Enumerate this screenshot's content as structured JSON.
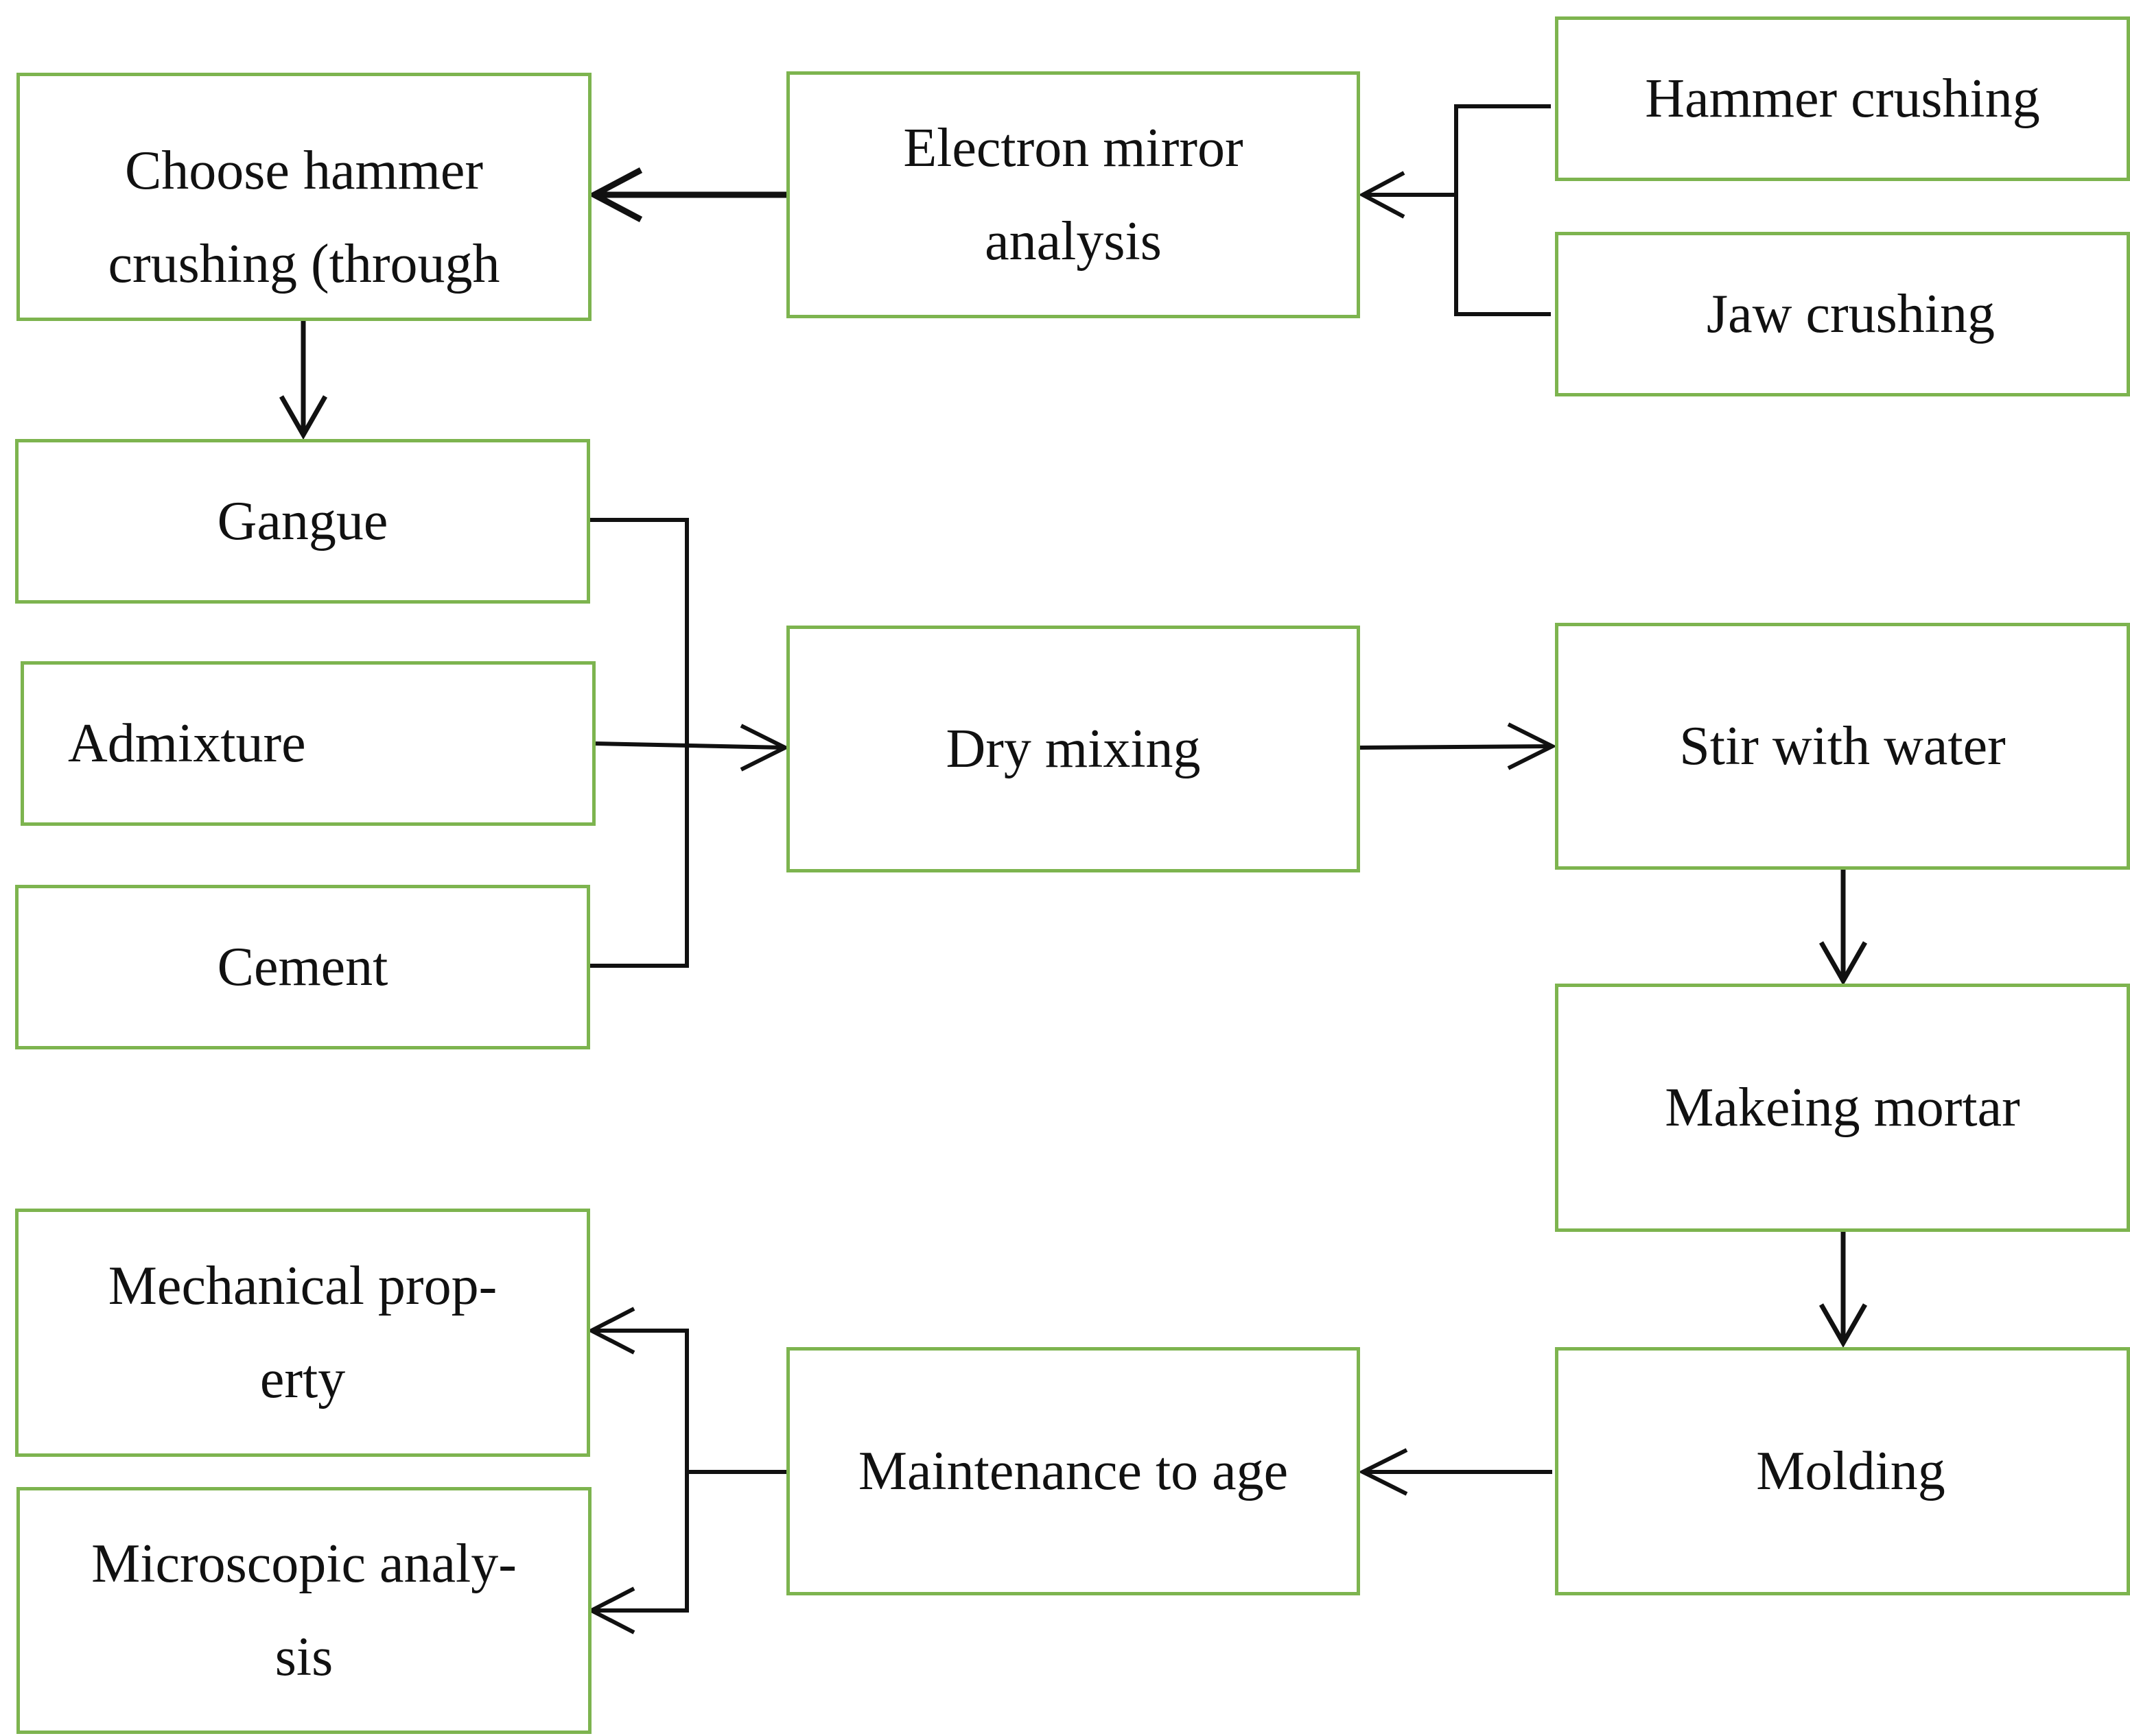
{
  "diagram": {
    "colors": {
      "box_border": "#7DB44F",
      "connector": "#111111",
      "text": "#111111"
    },
    "boxes": {
      "choose_hammer": {
        "label": "Choose hammer\ncrushing (through"
      },
      "electron_mirror": {
        "label": "Electron mirror\nanalysis"
      },
      "hammer_crushing": {
        "label": "Hammer crushing"
      },
      "jaw_crushing": {
        "label": "Jaw crushing"
      },
      "gangue": {
        "label": "Gangue"
      },
      "admixture": {
        "label": "Admixture"
      },
      "cement": {
        "label": "Cement"
      },
      "dry_mixing": {
        "label": "Dry mixing"
      },
      "stir_water": {
        "label": "Stir with water"
      },
      "making_mortar": {
        "label": "Makeing mortar"
      },
      "molding": {
        "label": "Molding"
      },
      "maintenance": {
        "label": "Maintenance to age"
      },
      "mechanical": {
        "label": "Mechanical prop-\nerty"
      },
      "microscopic": {
        "label": "Microscopic analy-\nsis"
      }
    },
    "connections": [
      {
        "from": "hammer_crushing",
        "to": "electron_mirror"
      },
      {
        "from": "jaw_crushing",
        "to": "electron_mirror"
      },
      {
        "from": "electron_mirror",
        "to": "choose_hammer"
      },
      {
        "from": "choose_hammer",
        "to": "gangue"
      },
      {
        "from": "gangue",
        "to": "dry_mixing"
      },
      {
        "from": "admixture",
        "to": "dry_mixing"
      },
      {
        "from": "cement",
        "to": "dry_mixing"
      },
      {
        "from": "dry_mixing",
        "to": "stir_water"
      },
      {
        "from": "stir_water",
        "to": "making_mortar"
      },
      {
        "from": "making_mortar",
        "to": "molding"
      },
      {
        "from": "molding",
        "to": "maintenance"
      },
      {
        "from": "maintenance",
        "to": "mechanical"
      },
      {
        "from": "maintenance",
        "to": "microscopic"
      }
    ]
  }
}
